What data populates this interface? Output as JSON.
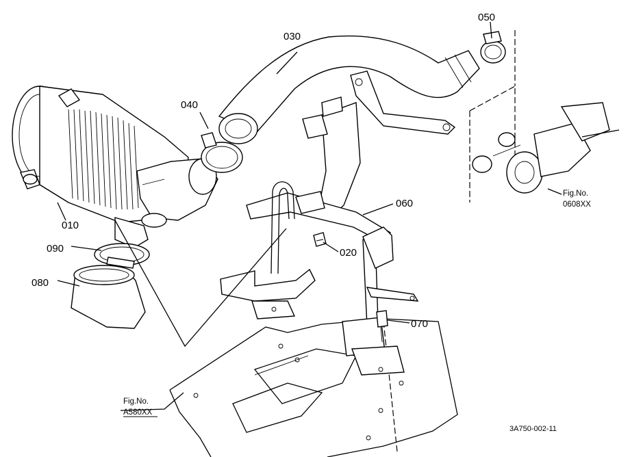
{
  "parts": {
    "p010": "010",
    "p020": "020",
    "p030": "030",
    "p040": "040",
    "p050": "050",
    "p060": "060",
    "p070": "070",
    "p080": "080",
    "p090": "090"
  },
  "references": {
    "ref_right_title": "Fig.No.",
    "ref_right_code": "0608XX",
    "ref_bottom_title": "Fig.No.",
    "ref_bottom_code": "A580XX"
  },
  "drawing_code": "3A750-002-11"
}
